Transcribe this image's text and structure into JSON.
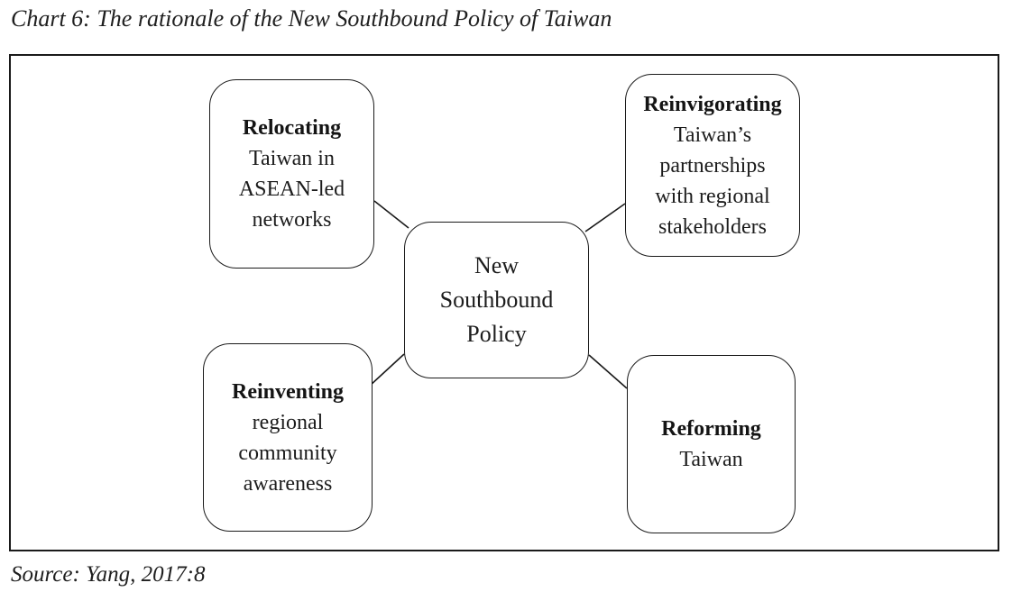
{
  "title": "Chart 6: The rationale of the New Southbound Policy of Taiwan",
  "source": "Source: Yang, 2017:8",
  "colors": {
    "ink": "#1a1a1a",
    "background": "#ffffff"
  },
  "diagram": {
    "center": {
      "lines": [
        "New",
        "Southbound",
        "Policy"
      ]
    },
    "nodes": [
      {
        "id": "relocating",
        "heading": "Relocating",
        "lines": [
          "Taiwan in",
          "ASEAN-led",
          "networks"
        ]
      },
      {
        "id": "reinvigorating",
        "heading": "Reinvigorating",
        "lines": [
          "Taiwan’s",
          "partnerships",
          "with regional",
          "stakeholders"
        ]
      },
      {
        "id": "reinventing",
        "heading": "Reinventing",
        "lines": [
          "regional",
          "community",
          "awareness"
        ]
      },
      {
        "id": "reforming",
        "heading": "Reforming",
        "lines": [
          "Taiwan"
        ]
      }
    ]
  }
}
